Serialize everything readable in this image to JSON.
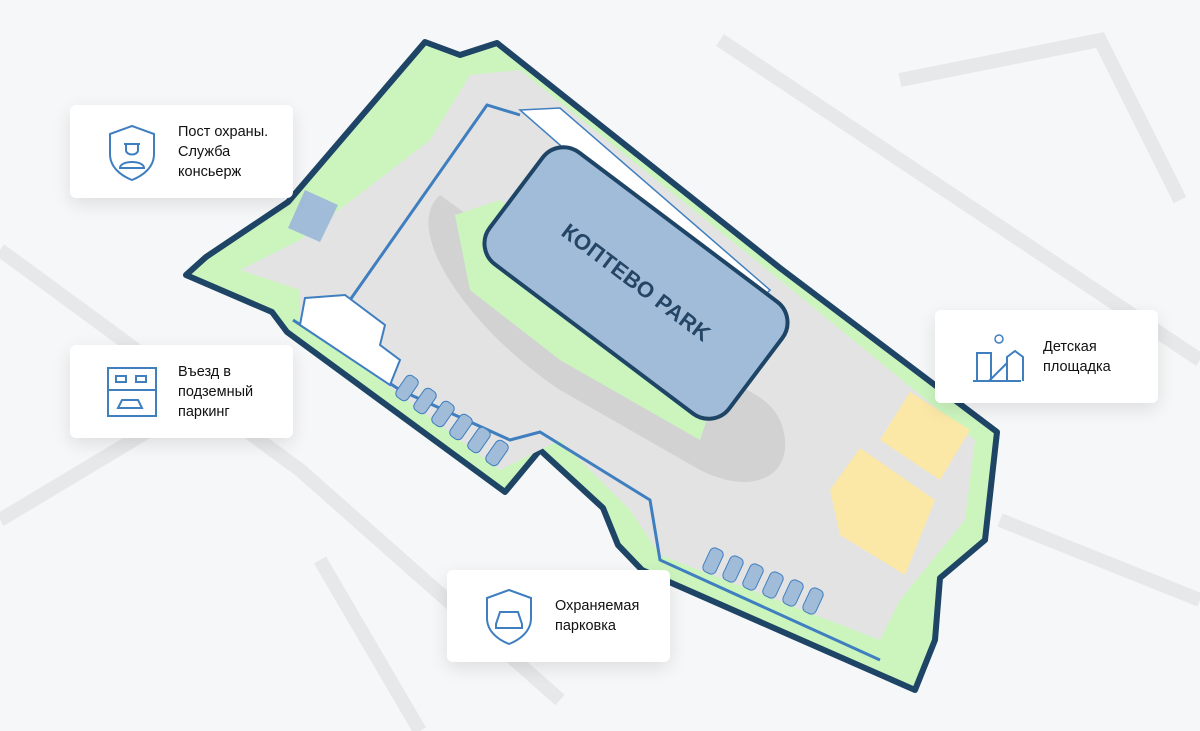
{
  "map": {
    "building_label": "КОПТЕВО PARK",
    "colors": {
      "site_border": "#1e4466",
      "grass": "#ccf5be",
      "pavement": "#d9d9d9",
      "building": "#a1bcd8",
      "playground": "#fbe7a6",
      "accent": "#3f7fc0"
    }
  },
  "callouts": [
    {
      "icon": "guard-shield-icon",
      "text": "Пост охраны.\nСлужба\nконсьерж"
    },
    {
      "icon": "underground-parking-icon",
      "text": "Въезд в\nподземный\nпаркинг"
    },
    {
      "icon": "playground-icon",
      "text": "Детская\nплощадка"
    },
    {
      "icon": "car-shield-icon",
      "text": "Охраняемая\nпарковка"
    }
  ]
}
